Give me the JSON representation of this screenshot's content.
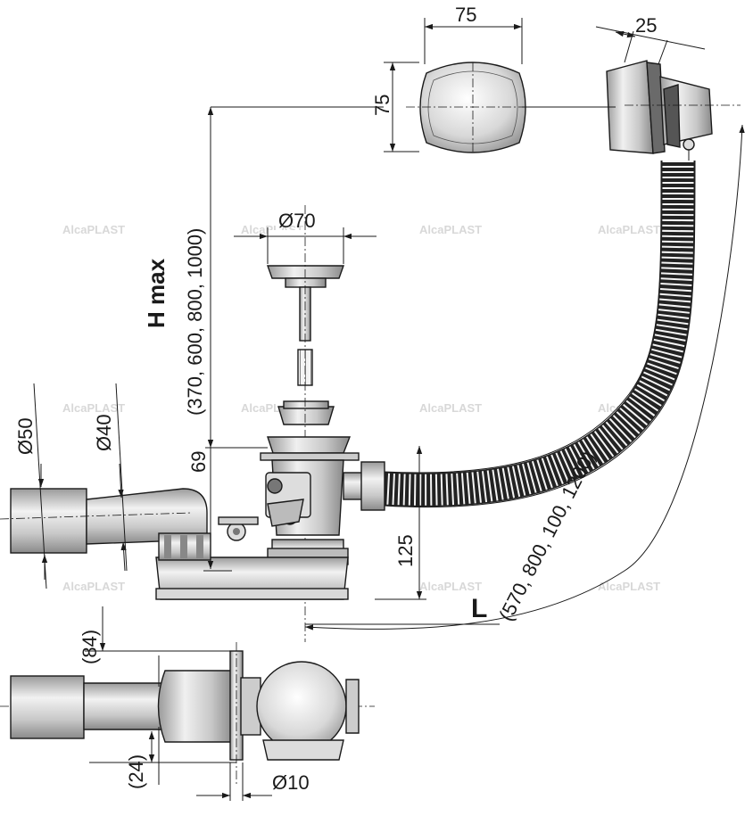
{
  "dimensions": {
    "cap_width": "75",
    "cap_height": "75",
    "overflow_depth": "25",
    "plug_diameter": "Ø70",
    "h_label": "H max",
    "h_values": "(370, 600, 800, 1000)",
    "outlet_d50": "Ø50",
    "outlet_d40": "Ø40",
    "trap_depth": "69",
    "waste_height": "125",
    "l_label": "L",
    "l_values": "(570, 800, 100, 1200)",
    "top_offset": "(84)",
    "bottom_offset": "(24)",
    "rod_diameter": "Ø10"
  },
  "watermark": "AlcaPLAST"
}
